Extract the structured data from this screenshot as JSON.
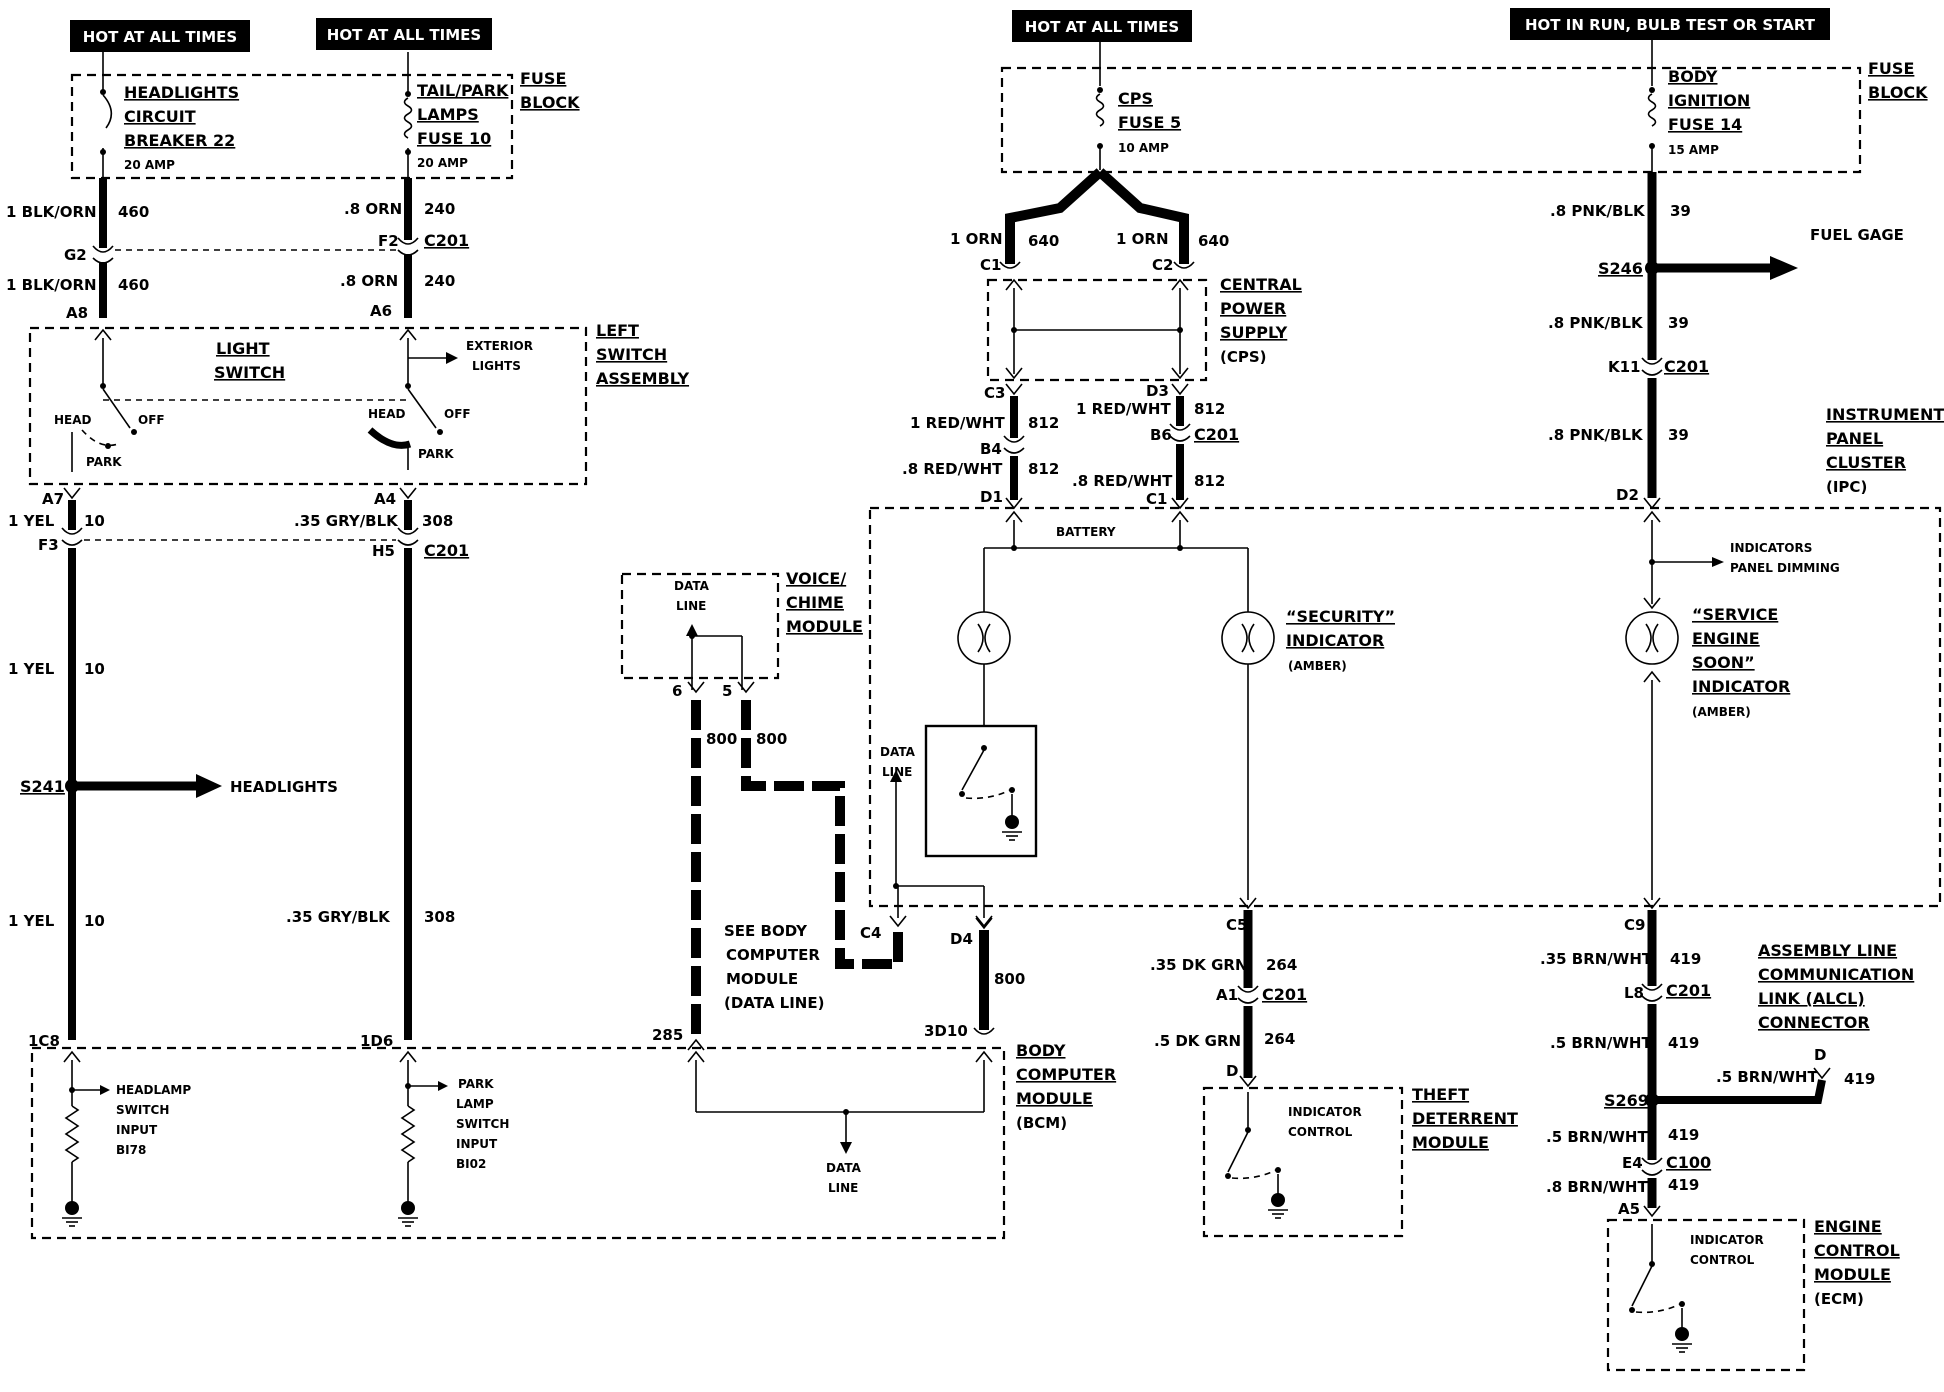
{
  "headers": {
    "left_1": "HOT AT ALL TIMES",
    "left_2": "HOT AT ALL TIMES",
    "center": "HOT AT ALL TIMES",
    "right": "HOT IN RUN, BULB TEST OR START"
  },
  "fuse_block_left": {
    "label_1": "FUSE",
    "label_2": "BLOCK",
    "breaker_1": "HEADLIGHTS",
    "breaker_2": "CIRCUIT",
    "breaker_3": "BREAKER 22",
    "breaker_amp": "20 AMP",
    "fuse_1": "TAIL/PARK",
    "fuse_2": "LAMPS",
    "fuse_3": "FUSE 10",
    "fuse_amp": "20 AMP"
  },
  "fuse_block_right": {
    "label_1": "FUSE",
    "label_2": "BLOCK",
    "cps_1": "CPS",
    "cps_2": "FUSE 5",
    "cps_amp": "10 AMP",
    "ign_1": "BODY",
    "ign_2": "IGNITION",
    "ign_3": "FUSE 14",
    "ign_amp": "15 AMP"
  },
  "wires": {
    "w460_color": "1 BLK/ORN",
    "w460_num": "460",
    "w240_color": ".8 ORN",
    "w240_num": "240",
    "w10_color": "1 YEL",
    "w10_num": "10",
    "w308_color": ".35 GRY/BLK",
    "w308_num": "308",
    "w640_color": "1 ORN",
    "w640_num": "640",
    "w812_color_1": "1 RED/WHT",
    "w812_color_2": ".8 RED/WHT",
    "w812_num": "812",
    "w39_color": ".8 PNK/BLK",
    "w39_num": "39",
    "w800_num": "800",
    "w264_color_1": ".35 DK GRN",
    "w264_color_2": ".5 DK GRN",
    "w264_num": "264",
    "w419_color_1": ".35 BRN/WHT",
    "w419_color_2": ".5 BRN/WHT",
    "w419_color_3": ".8 BRN/WHT",
    "w419_num": "419"
  },
  "connectors": {
    "G2": "G2",
    "A8": "A8",
    "F2": "F2",
    "C201": "C201",
    "A6": "A6",
    "A7": "A7",
    "F3": "F3",
    "A4": "A4",
    "H5": "H5",
    "C1": "C1",
    "C2": "C2",
    "C3": "C3",
    "D3": "D3",
    "B4": "B4",
    "B6": "B6",
    "D1": "D1",
    "K11": "K11",
    "D2": "D2",
    "C9": "C9",
    "L8": "L8",
    "E4": "E4",
    "C100": "C100",
    "A5": "A5",
    "C5": "C5",
    "A1": "A1",
    "D": "D",
    "C4": "C4",
    "D4": "D4",
    "pin6": "6",
    "pin5": "5",
    "1C8": "1C8",
    "1D6": "1D6",
    "285": "285",
    "3D10": "3D10"
  },
  "splices": {
    "S241": "S241",
    "S246": "S246",
    "S269": "S269"
  },
  "destinations": {
    "headlights": "HEADLIGHTS",
    "fuel_gage": "FUEL GAGE",
    "exterior_1": "EXTERIOR",
    "exterior_2": "LIGHTS"
  },
  "components": {
    "light_switch_1": "LIGHT",
    "light_switch_2": "SWITCH",
    "left_switch_1": "LEFT",
    "left_switch_2": "SWITCH",
    "left_switch_3": "ASSEMBLY",
    "head": "HEAD",
    "off": "OFF",
    "park": "PARK",
    "cps_1": "CENTRAL",
    "cps_2": "POWER",
    "cps_3": "SUPPLY",
    "cps_4": "(CPS)",
    "ipc_1": "INSTRUMENT",
    "ipc_2": "PANEL",
    "ipc_3": "CLUSTER",
    "ipc_4": "(IPC)",
    "battery": "BATTERY",
    "indicators_1": "INDICATORS",
    "indicators_2": "PANEL DIMMING",
    "security_1": "“SECURITY”",
    "security_2": "INDICATOR",
    "security_3": "(AMBER)",
    "ses_1": "“SERVICE",
    "ses_2": "ENGINE",
    "ses_3": "SOON”",
    "ses_4": "INDICATOR",
    "ses_5": "(AMBER)",
    "data_line_1": "DATA",
    "data_line_2": "LINE",
    "voice_1": "VOICE/",
    "voice_2": "CHIME",
    "voice_3": "MODULE",
    "see_bcm_1": "SEE BODY",
    "see_bcm_2": "COMPUTER",
    "see_bcm_3": "MODULE",
    "see_bcm_4": "(DATA LINE)",
    "bcm_1": "BODY",
    "bcm_2": "COMPUTER",
    "bcm_3": "MODULE",
    "bcm_4": "(BCM)",
    "hs_1": "HEADLAMP",
    "hs_2": "SWITCH",
    "hs_3": "INPUT",
    "hs_4": "BI78",
    "ps_1": "PARK",
    "ps_2": "LAMP",
    "ps_3": "SWITCH",
    "ps_4": "INPUT",
    "ps_5": "BI02",
    "ind_ctrl_1": "INDICATOR",
    "ind_ctrl_2": "CONTROL",
    "tdm_1": "THEFT",
    "tdm_2": "DETERRENT",
    "tdm_3": "MODULE",
    "alcl_1": "ASSEMBLY LINE",
    "alcl_2": "COMMUNICATION",
    "alcl_3": "LINK (ALCL)",
    "alcl_4": "CONNECTOR",
    "ecm_1": "ENGINE",
    "ecm_2": "CONTROL",
    "ecm_3": "MODULE",
    "ecm_4": "(ECM)"
  }
}
